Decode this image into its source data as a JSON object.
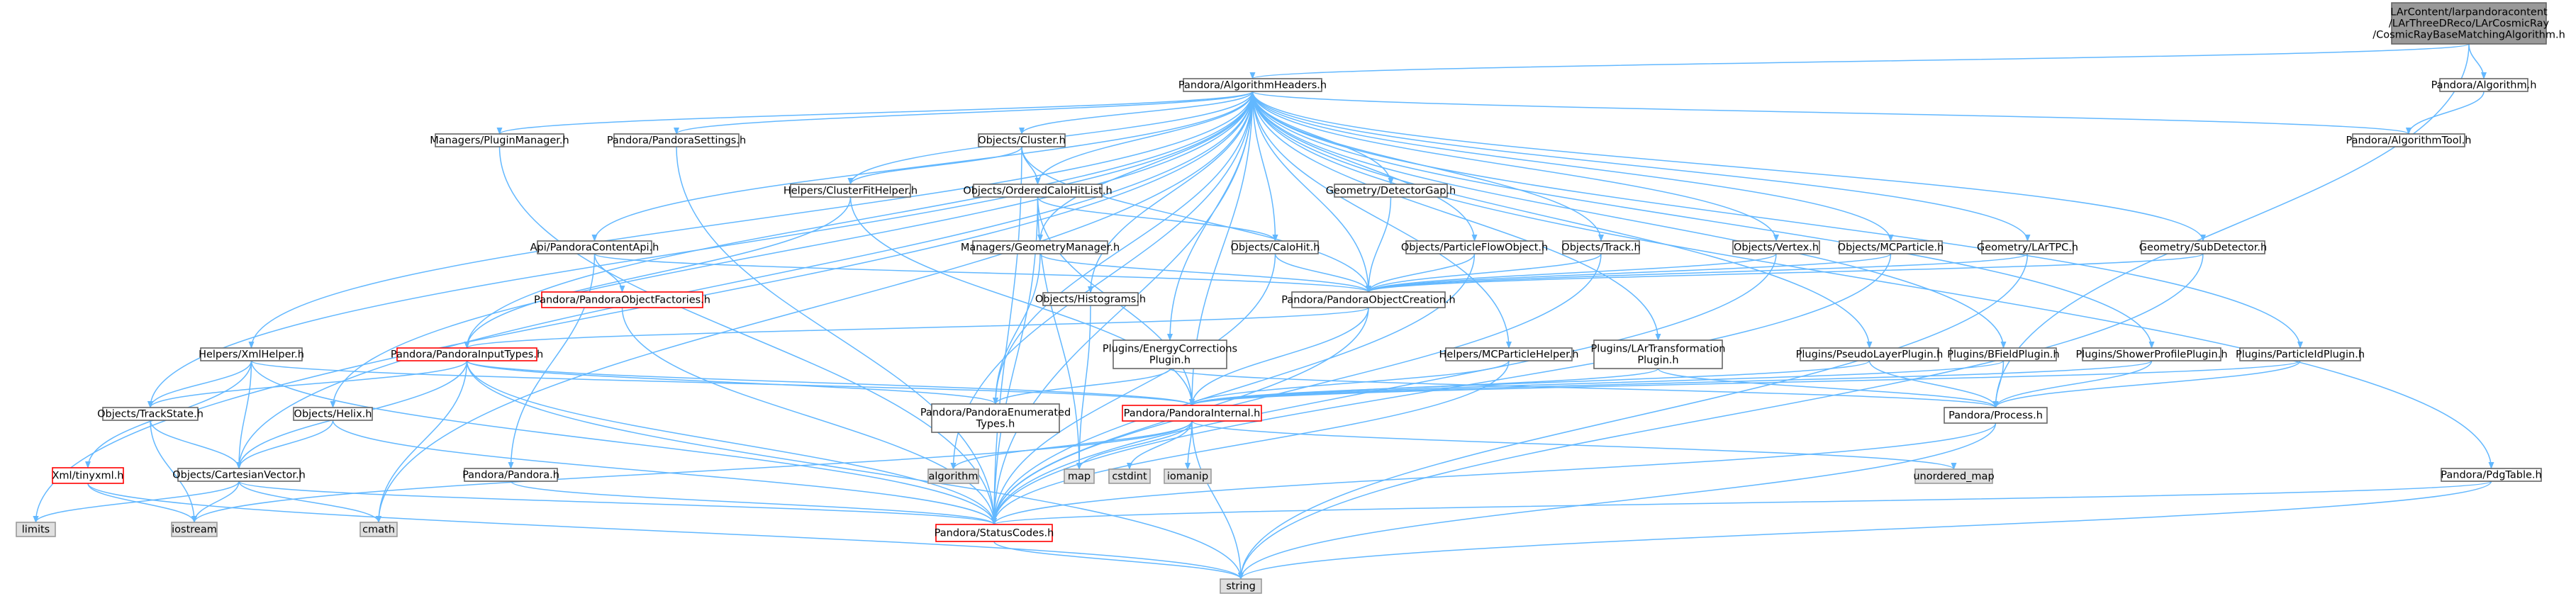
{
  "diagram": {
    "colors": {
      "edge": "#63b8ff",
      "node_fill": "#ffffff",
      "node_border": "#666666",
      "missing_border": "#ff0000",
      "system_fill": "#e0e0e0",
      "system_border": "#999999",
      "root_fill": "#999999",
      "root_border": "#666666"
    },
    "nodes": [
      {
        "id": "root",
        "kind": "root",
        "lines": [
          "LArContent/larpandoracontent",
          "/LArThreeDReco/LArCosmicRay",
          "/CosmicRayBaseMatchingAlgorithm.h"
        ]
      },
      {
        "id": "algheaders",
        "kind": "normal",
        "lines": [
          "Pandora/AlgorithmHeaders.h"
        ]
      },
      {
        "id": "algorithm_h",
        "kind": "normal",
        "lines": [
          "Pandora/Algorithm.h"
        ]
      },
      {
        "id": "algtool_h",
        "kind": "normal",
        "lines": [
          "Pandora/AlgorithmTool.h"
        ]
      },
      {
        "id": "pluginmanager",
        "kind": "normal",
        "lines": [
          "Managers/PluginManager.h"
        ]
      },
      {
        "id": "settings",
        "kind": "normal",
        "lines": [
          "Pandora/PandoraSettings.h"
        ]
      },
      {
        "id": "cluster",
        "kind": "normal",
        "lines": [
          "Objects/Cluster.h"
        ]
      },
      {
        "id": "clusterfit",
        "kind": "normal",
        "lines": [
          "Helpers/ClusterFitHelper.h"
        ]
      },
      {
        "id": "orderedcalo",
        "kind": "normal",
        "lines": [
          "Objects/OrderedCaloHitList.h"
        ]
      },
      {
        "id": "detectorgap",
        "kind": "normal",
        "lines": [
          "Geometry/DetectorGap.h"
        ]
      },
      {
        "id": "contentapi",
        "kind": "normal",
        "lines": [
          "Api/PandoraContentApi.h"
        ]
      },
      {
        "id": "geommanager",
        "kind": "normal",
        "lines": [
          "Managers/GeometryManager.h"
        ]
      },
      {
        "id": "calohit",
        "kind": "normal",
        "lines": [
          "Objects/CaloHit.h"
        ]
      },
      {
        "id": "pfo",
        "kind": "normal",
        "lines": [
          "Objects/ParticleFlowObject.h"
        ]
      },
      {
        "id": "track",
        "kind": "normal",
        "lines": [
          "Objects/Track.h"
        ]
      },
      {
        "id": "vertex",
        "kind": "normal",
        "lines": [
          "Objects/Vertex.h"
        ]
      },
      {
        "id": "mcparticle",
        "kind": "normal",
        "lines": [
          "Objects/MCParticle.h"
        ]
      },
      {
        "id": "lartpc",
        "kind": "normal",
        "lines": [
          "Geometry/LArTPC.h"
        ]
      },
      {
        "id": "subdetector",
        "kind": "normal",
        "lines": [
          "Geometry/SubDetector.h"
        ]
      },
      {
        "id": "objfactories",
        "kind": "missing",
        "lines": [
          "Pandora/PandoraObjectFactories.h"
        ]
      },
      {
        "id": "histograms",
        "kind": "normal",
        "lines": [
          "Objects/Histograms.h"
        ]
      },
      {
        "id": "objcreation",
        "kind": "normal",
        "lines": [
          "Pandora/PandoraObjectCreation.h"
        ]
      },
      {
        "id": "xmlhelper",
        "kind": "normal",
        "lines": [
          "Helpers/XmlHelper.h"
        ]
      },
      {
        "id": "inputtypes",
        "kind": "missing",
        "lines": [
          "Pandora/PandoraInputTypes.h"
        ]
      },
      {
        "id": "energycorr",
        "kind": "normal",
        "lines": [
          "Plugins/EnergyCorrections",
          "Plugin.h"
        ]
      },
      {
        "id": "mcparticlehelper",
        "kind": "normal",
        "lines": [
          "Helpers/MCParticleHelper.h"
        ]
      },
      {
        "id": "lartransform",
        "kind": "normal",
        "lines": [
          "Plugins/LArTransformation",
          "Plugin.h"
        ]
      },
      {
        "id": "pseudolayer",
        "kind": "normal",
        "lines": [
          "Plugins/PseudoLayerPlugin.h"
        ]
      },
      {
        "id": "bfield",
        "kind": "normal",
        "lines": [
          "Plugins/BFieldPlugin.h"
        ]
      },
      {
        "id": "showerprofile",
        "kind": "normal",
        "lines": [
          "Plugins/ShowerProfilePlugin.h"
        ]
      },
      {
        "id": "particleid",
        "kind": "normal",
        "lines": [
          "Plugins/ParticleIdPlugin.h"
        ]
      },
      {
        "id": "trackstate",
        "kind": "normal",
        "lines": [
          "Objects/TrackState.h"
        ]
      },
      {
        "id": "helix",
        "kind": "normal",
        "lines": [
          "Objects/Helix.h"
        ]
      },
      {
        "id": "enumtypes",
        "kind": "normal",
        "lines": [
          "Pandora/PandoraEnumerated",
          "Types.h"
        ]
      },
      {
        "id": "internal",
        "kind": "missing",
        "lines": [
          "Pandora/PandoraInternal.h"
        ]
      },
      {
        "id": "process",
        "kind": "normal",
        "lines": [
          "Pandora/Process.h"
        ]
      },
      {
        "id": "tinyxml",
        "kind": "missing",
        "lines": [
          "Xml/tinyxml.h"
        ]
      },
      {
        "id": "cartesian",
        "kind": "normal",
        "lines": [
          "Objects/CartesianVector.h"
        ]
      },
      {
        "id": "pandora_h",
        "kind": "normal",
        "lines": [
          "Pandora/Pandora.h"
        ]
      },
      {
        "id": "algorithm_std",
        "kind": "system",
        "lines": [
          "algorithm"
        ]
      },
      {
        "id": "map_std",
        "kind": "system",
        "lines": [
          "map"
        ]
      },
      {
        "id": "cstdint_std",
        "kind": "system",
        "lines": [
          "cstdint"
        ]
      },
      {
        "id": "iomanip_std",
        "kind": "system",
        "lines": [
          "iomanip"
        ]
      },
      {
        "id": "unordered_map_std",
        "kind": "system",
        "lines": [
          "unordered_map"
        ]
      },
      {
        "id": "pdgtable",
        "kind": "normal",
        "lines": [
          "Pandora/PdgTable.h"
        ]
      },
      {
        "id": "limits_std",
        "kind": "system",
        "lines": [
          "limits"
        ]
      },
      {
        "id": "iostream_std",
        "kind": "system",
        "lines": [
          "iostream"
        ]
      },
      {
        "id": "cmath_std",
        "kind": "system",
        "lines": [
          "cmath"
        ]
      },
      {
        "id": "statuscodes",
        "kind": "missing",
        "lines": [
          "Pandora/StatusCodes.h"
        ]
      },
      {
        "id": "string_std",
        "kind": "system",
        "lines": [
          "string"
        ]
      }
    ],
    "edges": [
      [
        "root",
        "algheaders"
      ],
      [
        "root",
        "algorithm_h"
      ],
      [
        "root",
        "process"
      ],
      [
        "algorithm_h",
        "algtool_h"
      ],
      [
        "algheaders",
        "pluginmanager"
      ],
      [
        "algheaders",
        "settings"
      ],
      [
        "algheaders",
        "cluster"
      ],
      [
        "algheaders",
        "clusterfit"
      ],
      [
        "algheaders",
        "orderedcalo"
      ],
      [
        "algheaders",
        "detectorgap"
      ],
      [
        "algheaders",
        "contentapi"
      ],
      [
        "algheaders",
        "geommanager"
      ],
      [
        "algheaders",
        "calohit"
      ],
      [
        "algheaders",
        "pfo"
      ],
      [
        "algheaders",
        "track"
      ],
      [
        "algheaders",
        "vertex"
      ],
      [
        "algheaders",
        "mcparticle"
      ],
      [
        "algheaders",
        "lartpc"
      ],
      [
        "algheaders",
        "subdetector"
      ],
      [
        "algheaders",
        "algtool_h"
      ],
      [
        "algheaders",
        "histograms"
      ],
      [
        "algheaders",
        "objcreation"
      ],
      [
        "algheaders",
        "xmlhelper"
      ],
      [
        "algheaders",
        "inputtypes"
      ],
      [
        "algheaders",
        "energycorr"
      ],
      [
        "algheaders",
        "mcparticlehelper"
      ],
      [
        "algheaders",
        "lartransform"
      ],
      [
        "algheaders",
        "pseudolayer"
      ],
      [
        "algheaders",
        "bfield"
      ],
      [
        "algheaders",
        "showerprofile"
      ],
      [
        "algheaders",
        "particleid"
      ],
      [
        "algheaders",
        "trackstate"
      ],
      [
        "algheaders",
        "helix"
      ],
      [
        "algheaders",
        "enumtypes"
      ],
      [
        "algheaders",
        "internal"
      ],
      [
        "algheaders",
        "cartesian"
      ],
      [
        "algheaders",
        "pdgtable"
      ],
      [
        "algheaders",
        "limits_std"
      ],
      [
        "algheaders",
        "algorithm_std"
      ],
      [
        "algheaders",
        "cmath_std"
      ],
      [
        "algheaders",
        "statuscodes"
      ],
      [
        "pluginmanager",
        "statuscodes"
      ],
      [
        "settings",
        "statuscodes"
      ],
      [
        "cluster",
        "clusterfit"
      ],
      [
        "cluster",
        "orderedcalo"
      ],
      [
        "cluster",
        "objcreation"
      ],
      [
        "cluster",
        "statuscodes"
      ],
      [
        "clusterfit",
        "inputtypes"
      ],
      [
        "clusterfit",
        "internal"
      ],
      [
        "orderedcalo",
        "calohit"
      ],
      [
        "orderedcalo",
        "internal"
      ],
      [
        "orderedcalo",
        "statuscodes"
      ],
      [
        "orderedcalo",
        "map_std"
      ],
      [
        "detectorgap",
        "objcreation"
      ],
      [
        "contentapi",
        "objfactories"
      ],
      [
        "contentapi",
        "objcreation"
      ],
      [
        "contentapi",
        "pandora_h"
      ],
      [
        "geommanager",
        "objcreation"
      ],
      [
        "geommanager",
        "enumtypes"
      ],
      [
        "calohit",
        "objcreation"
      ],
      [
        "calohit",
        "statuscodes"
      ],
      [
        "pfo",
        "objcreation"
      ],
      [
        "pfo",
        "statuscodes"
      ],
      [
        "track",
        "objcreation"
      ],
      [
        "track",
        "statuscodes"
      ],
      [
        "vertex",
        "objcreation"
      ],
      [
        "vertex",
        "statuscodes"
      ],
      [
        "mcparticle",
        "objcreation"
      ],
      [
        "mcparticle",
        "statuscodes"
      ],
      [
        "lartpc",
        "objcreation"
      ],
      [
        "lartpc",
        "string_std"
      ],
      [
        "subdetector",
        "objcreation"
      ],
      [
        "subdetector",
        "string_std"
      ],
      [
        "objfactories",
        "statuscodes"
      ],
      [
        "histograms",
        "map_std"
      ],
      [
        "objcreation",
        "inputtypes"
      ],
      [
        "objcreation",
        "internal"
      ],
      [
        "objcreation",
        "statuscodes"
      ],
      [
        "xmlhelper",
        "tinyxml"
      ],
      [
        "xmlhelper",
        "trackstate"
      ],
      [
        "xmlhelper",
        "cartesian"
      ],
      [
        "xmlhelper",
        "internal"
      ],
      [
        "xmlhelper",
        "statuscodes"
      ],
      [
        "inputtypes",
        "trackstate"
      ],
      [
        "inputtypes",
        "cartesian"
      ],
      [
        "inputtypes",
        "enumtypes"
      ],
      [
        "inputtypes",
        "internal"
      ],
      [
        "inputtypes",
        "statuscodes"
      ],
      [
        "inputtypes",
        "cmath_std"
      ],
      [
        "inputtypes",
        "string_std"
      ],
      [
        "energycorr",
        "enumtypes"
      ],
      [
        "energycorr",
        "process"
      ],
      [
        "mcparticlehelper",
        "internal"
      ],
      [
        "mcparticlehelper",
        "statuscodes"
      ],
      [
        "lartransform",
        "internal"
      ],
      [
        "lartransform",
        "process"
      ],
      [
        "pseudolayer",
        "internal"
      ],
      [
        "pseudolayer",
        "process"
      ],
      [
        "bfield",
        "internal"
      ],
      [
        "bfield",
        "process"
      ],
      [
        "showerprofile",
        "internal"
      ],
      [
        "showerprofile",
        "process"
      ],
      [
        "particleid",
        "internal"
      ],
      [
        "particleid",
        "process"
      ],
      [
        "trackstate",
        "cartesian"
      ],
      [
        "trackstate",
        "iostream_std"
      ],
      [
        "helix",
        "cartesian"
      ],
      [
        "helix",
        "statuscodes"
      ],
      [
        "internal",
        "algorithm_std"
      ],
      [
        "internal",
        "map_std"
      ],
      [
        "internal",
        "cstdint_std"
      ],
      [
        "internal",
        "iomanip_std"
      ],
      [
        "internal",
        "unordered_map_std"
      ],
      [
        "internal",
        "iostream_std"
      ],
      [
        "internal",
        "string_std"
      ],
      [
        "process",
        "statuscodes"
      ],
      [
        "process",
        "string_std"
      ],
      [
        "tinyxml",
        "iostream_std"
      ],
      [
        "tinyxml",
        "string_std"
      ],
      [
        "cartesian",
        "limits_std"
      ],
      [
        "cartesian",
        "iostream_std"
      ],
      [
        "cartesian",
        "cmath_std"
      ],
      [
        "cartesian",
        "statuscodes"
      ],
      [
        "pandora_h",
        "statuscodes"
      ],
      [
        "pdgtable",
        "statuscodes"
      ],
      [
        "pdgtable",
        "string_std"
      ],
      [
        "statuscodes",
        "string_std"
      ]
    ]
  }
}
